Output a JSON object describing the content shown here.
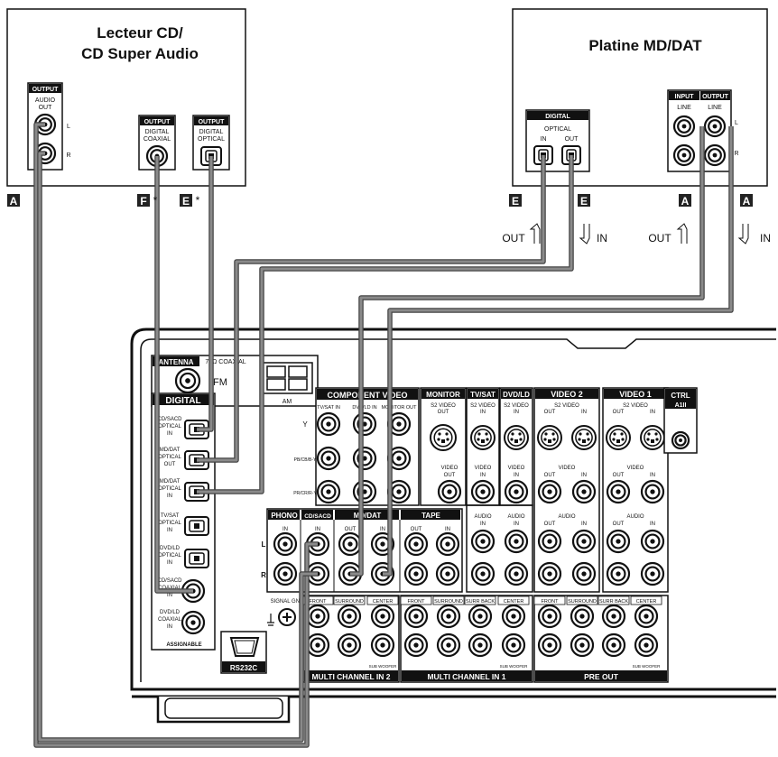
{
  "devices": {
    "cd_player": {
      "title_line1": "Lecteur CD/",
      "title_line2": "CD Super Audio",
      "audio_output": {
        "badge": "OUTPUT",
        "label_line1": "AUDIO",
        "label_line2": "OUT",
        "left": "L",
        "right": "R"
      },
      "coaxial_output": {
        "badge": "OUTPUT",
        "label_line1": "DIGITAL",
        "label_line2": "COAXIAL"
      },
      "optical_output": {
        "badge": "OUTPUT",
        "label_line1": "DIGITAL",
        "label_line2": "OPTICAL"
      }
    },
    "md_dat_deck": {
      "title": "Platine MD/DAT",
      "digital_badge": "DIGITAL",
      "optical_label": "OPTICAL",
      "optical_in": "IN",
      "optical_out": "OUT",
      "input_badge": "INPUT",
      "output_badge": "OUTPUT",
      "line_label": "LINE",
      "left": "L",
      "right": "R"
    }
  },
  "cable_markers": {
    "cd_audio": "A",
    "cd_coaxial": "F",
    "cd_optical": "E",
    "md_optical_out": "E",
    "md_optical_in": "E",
    "md_line_out": "A",
    "md_line_in": "A",
    "asterisk": "*"
  },
  "signal_labels": {
    "out": "OUT",
    "in": "IN"
  },
  "receiver": {
    "antenna": {
      "title": "ANTENNA",
      "coaxial": "75Ω COAXIAL",
      "fm": "FM",
      "am": "AM"
    },
    "digital": {
      "title": "DIGITAL",
      "footer": "ASSIGNABLE",
      "jacks": [
        {
          "l1": "CD/SACD",
          "l2": "OPTICAL",
          "l3": "IN"
        },
        {
          "l1": "MD/DAT",
          "l2": "OPTICAL",
          "l3": "OUT"
        },
        {
          "l1": "MD/DAT",
          "l2": "OPTICAL",
          "l3": "IN"
        },
        {
          "l1": "TV/SAT",
          "l2": "OPTICAL",
          "l3": "IN"
        },
        {
          "l1": "DVD/LD",
          "l2": "OPTICAL",
          "l3": "IN"
        },
        {
          "l1": "CD/SACD",
          "l2": "COAXIAL",
          "l3": "IN"
        },
        {
          "l1": "DVD/LD",
          "l2": "COAXIAL",
          "l3": "IN"
        }
      ]
    },
    "component_video": {
      "title": "COMPONENT VIDEO",
      "cols": [
        "TV/SAT IN",
        "DVD/LD IN",
        "MONITOR OUT"
      ],
      "rows": [
        "Y",
        "PB/CB/B-Y",
        "PR/CR/R-Y"
      ]
    },
    "video_groups": {
      "monitor": {
        "title": "MONITOR",
        "s2": "S2 VIDEO",
        "sub": "OUT",
        "video": "VIDEO",
        "video_sub": "OUT"
      },
      "tv_sat": {
        "title": "TV/SAT",
        "s2": "S2 VIDEO",
        "sub": "IN",
        "video": "VIDEO",
        "video_sub": "IN",
        "audio": "AUDIO",
        "audio_sub": "IN"
      },
      "dvd_ld": {
        "title": "DVD/LD",
        "s2": "S2 VIDEO",
        "sub": "IN",
        "video": "VIDEO",
        "video_sub": "IN",
        "audio": "AUDIO",
        "audio_sub": "IN"
      },
      "video2": {
        "title": "VIDEO 2",
        "s2": "S2 VIDEO",
        "out": "OUT",
        "in": "IN",
        "video": "VIDEO",
        "audio": "AUDIO"
      },
      "video1": {
        "title": "VIDEO 1",
        "s2": "S2 VIDEO",
        "out": "OUT",
        "in": "IN",
        "video": "VIDEO",
        "audio": "AUDIO"
      }
    },
    "ctrl": {
      "line1": "CTRL",
      "line2": "A1II"
    },
    "audio_groups": {
      "phono": {
        "title": "PHONO",
        "sub": "IN"
      },
      "cd_sacd": {
        "title": "CD/SACD",
        "sub": "IN"
      },
      "md_dat": {
        "title": "MD/DAT",
        "out": "OUT",
        "in": "IN"
      },
      "tape": {
        "title": "TAPE",
        "out": "OUT",
        "in": "IN"
      },
      "left": "L",
      "right": "R"
    },
    "signal_gnd": "SIGNAL GND",
    "multi_channel_2": {
      "title": "MULTI CHANNEL IN 2",
      "cols": [
        "FRONT",
        "SURROUND",
        "CENTER"
      ],
      "sub_woofer": "SUB WOOFER"
    },
    "multi_channel_1": {
      "title": "MULTI CHANNEL IN 1",
      "cols": [
        "FRONT",
        "SURROUND",
        "SURR BACK",
        "CENTER"
      ],
      "sub_woofer": "SUB WOOFER"
    },
    "pre_out": {
      "title": "PRE OUT",
      "cols": [
        "FRONT",
        "SURROUND",
        "SURR BACK",
        "CENTER"
      ],
      "sub_woofer": "SUB WOOFER"
    },
    "rs232c": "RS232C"
  },
  "colors": {
    "cable": "#8a8a8a",
    "ink": "#111111",
    "jack_fill": "#ffffff"
  }
}
